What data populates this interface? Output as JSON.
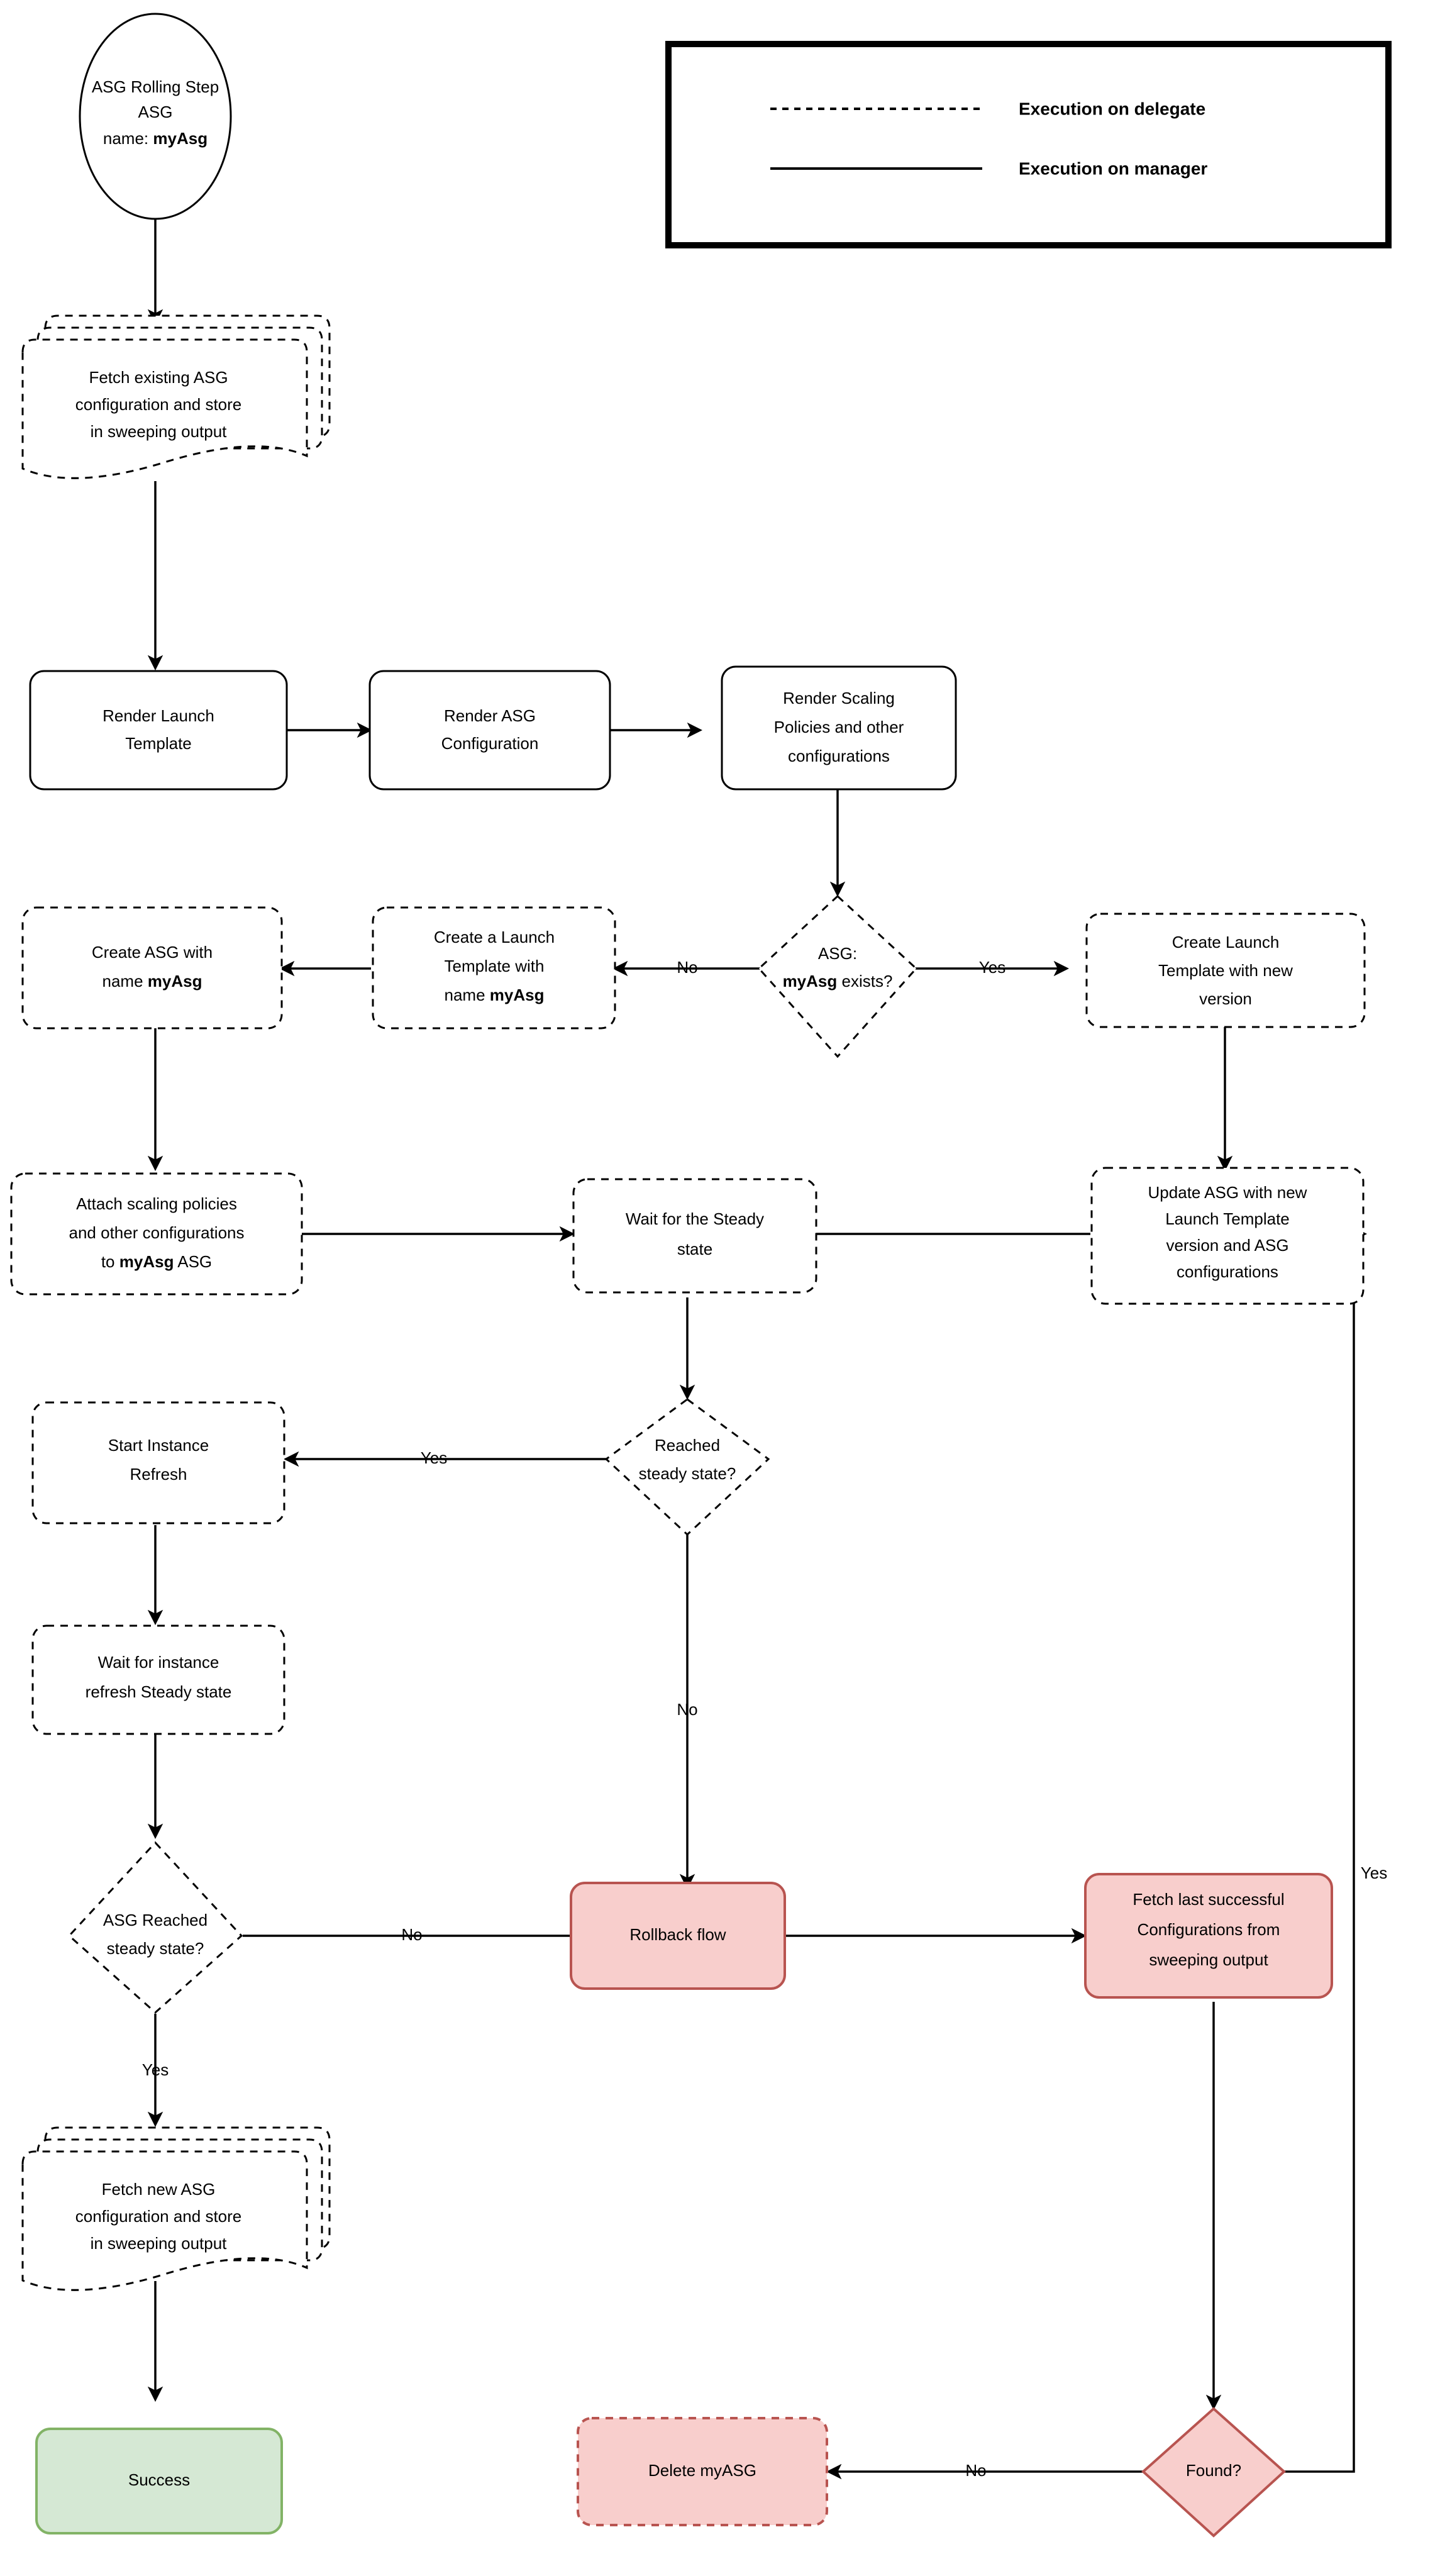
{
  "diagram": {
    "title": "ASG Rolling Step flowchart",
    "colors": {
      "red_fill": "#f8cecc",
      "red_stroke": "#b85450",
      "green_fill": "#d5e8d4",
      "green_stroke": "#82b366",
      "line": "#000000",
      "background": "#ffffff"
    }
  },
  "legend": {
    "items": [
      {
        "style": "dashed",
        "label": "Execution on delegate"
      },
      {
        "style": "solid",
        "label": "Execution on manager"
      }
    ]
  },
  "nodes": {
    "start": {
      "shape": "ellipse",
      "line1": "ASG Rolling Step",
      "line2": "ASG",
      "line3_prefix": "name: ",
      "line3_bold": "myAsg"
    },
    "fetch_existing": {
      "shape": "multi-document",
      "line1": "Fetch existing ASG",
      "line2": "configuration and store",
      "line3": "in sweeping output"
    },
    "render_launch_template": {
      "shape": "rounded-rect",
      "line1": "Render Launch",
      "line2": "Template"
    },
    "render_asg_configuration": {
      "shape": "rounded-rect",
      "line1": "Render ASG",
      "line2": "Configuration"
    },
    "render_scaling_policies": {
      "shape": "rounded-rect",
      "line1": "Render Scaling",
      "line2": "Policies and other",
      "line3": "configurations"
    },
    "asg_exists": {
      "shape": "diamond",
      "line1": "ASG:",
      "line2_bold": "myAsg",
      "line2_rest": " exists?"
    },
    "create_launch_template_new_version": {
      "shape": "rounded-rect",
      "line1": "Create Launch",
      "line2": "Template with new",
      "line3": "version"
    },
    "create_launch_template_named": {
      "shape": "rounded-rect",
      "line1": "Create a Launch",
      "line2": "Template with",
      "line3_prefix": "name ",
      "line3_bold": "myAsg"
    },
    "create_asg": {
      "shape": "rounded-rect",
      "line1": "Create ASG with",
      "line2_prefix": "name ",
      "line2_bold": "myAsg"
    },
    "attach_scaling_policies": {
      "shape": "rounded-rect",
      "line1": "Attach scaling policies",
      "line2": "and other configurations",
      "line3_prefix": "to ",
      "line3_bold": "myAsg",
      "line3_suffix": " ASG"
    },
    "wait_steady": {
      "shape": "rounded-rect",
      "line1": "Wait for the Steady",
      "line2": "state"
    },
    "update_asg": {
      "shape": "rounded-rect",
      "line1": "Update ASG with new",
      "line2": "Launch Template",
      "line3": "version and ASG",
      "line4": "configurations"
    },
    "reached_steady": {
      "shape": "diamond",
      "line1": "Reached",
      "line2": "steady state?"
    },
    "start_instance_refresh": {
      "shape": "rounded-rect",
      "line1": "Start Instance",
      "line2": "Refresh"
    },
    "wait_instance_refresh": {
      "shape": "rounded-rect",
      "line1": "Wait for instance",
      "line2": "refresh Steady state"
    },
    "asg_reached_steady": {
      "shape": "diamond",
      "line1": "ASG Reached",
      "line2": "steady state?"
    },
    "rollback_flow": {
      "shape": "rounded-rect",
      "line1": "Rollback flow"
    },
    "fetch_last_successful": {
      "shape": "rounded-rect",
      "line1": "Fetch last successful",
      "line2": "Configurations from",
      "line3": "sweeping output"
    },
    "fetch_new_asg": {
      "shape": "multi-document",
      "line1": "Fetch new ASG",
      "line2": "configuration and store",
      "line3": "in sweeping output"
    },
    "success": {
      "shape": "rounded-rect",
      "line1": "Success"
    },
    "delete_myasg": {
      "shape": "rounded-rect",
      "line1": "Delete myASG"
    },
    "found": {
      "shape": "diamond",
      "line1": "Found?"
    }
  },
  "edge_labels": {
    "asg_exists_no": "No",
    "asg_exists_yes": "Yes",
    "reached_steady_yes": "Yes",
    "reached_steady_no": "No",
    "asg_reached_steady_no": "No",
    "asg_reached_steady_yes": "Yes",
    "found_no": "No",
    "found_yes": "Yes"
  }
}
